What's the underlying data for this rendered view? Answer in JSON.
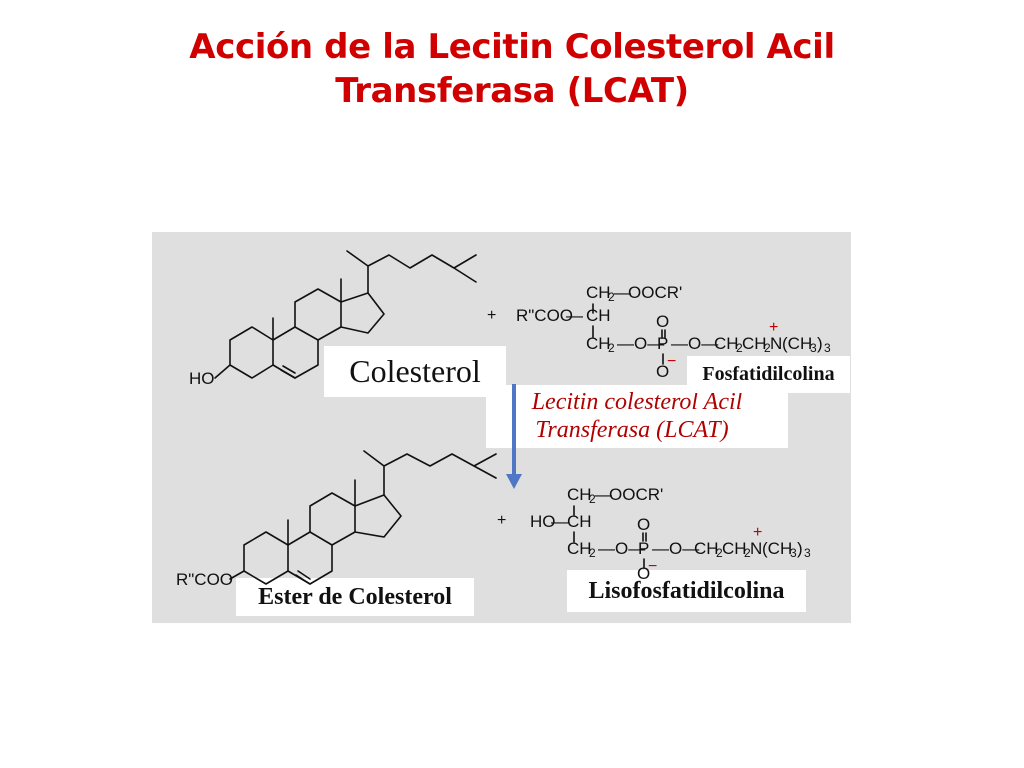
{
  "title": {
    "line1": "Acción de la Lecitin Colesterol Acil",
    "line2": "Transferasa (LCAT)"
  },
  "labels": {
    "colesterol": "Colesterol",
    "fosfatidilcolina": "Fosfatidilcolina",
    "enzyme_line1": "Lecitin colesterol Acil",
    "enzyme_line2": "Transferasa (LCAT)",
    "ester_colesterol": "Ester de Colesterol",
    "lisofosfatidilcolina": "Lisofosfatidilcolina"
  },
  "formulas": {
    "top": {
      "ho": "HO",
      "plus": "+",
      "ch2_top": "CH",
      "ch2_top_sub": "2",
      "dash1": "—",
      "oocr": "OOCR'",
      "rcoo": "R\"COO",
      "dash2": "—",
      "ch_mid": "CH",
      "ch2_bottom": "CH",
      "ch2_bottom_sub": "2",
      "o1": "—O—",
      "p": "P",
      "o2": "—O—",
      "chain": "CH",
      "chain_sub1": "2",
      "chain2": "CH",
      "chain_sub2": "2",
      "n": "N",
      "ch3": "(CH",
      "ch3_sub": "3",
      "ch3_close": ")",
      "ch3_count": "3",
      "o_top": "O",
      "o_bottom": "O",
      "plus_charge": "+",
      "minus_charge": "−"
    },
    "bottom": {
      "rcoo": "R\"COO",
      "plus": "+",
      "ho": "HO",
      "dash_ho": "—",
      "ch_mid": "CH",
      "ch2_top": "CH",
      "ch2_top_sub": "2",
      "dash1": "—",
      "oocr": "OOCR'",
      "ch2_bottom": "CH",
      "ch2_bottom_sub": "2",
      "o1": "—O—",
      "p": "P",
      "o2": "—O—",
      "chain": "CH",
      "chain_sub1": "2",
      "chain2": "CH",
      "chain_sub2": "2",
      "n": "N",
      "ch3": "(CH",
      "ch3_sub": "3",
      "ch3_close": ")",
      "ch3_count": "3",
      "o_top": "O",
      "o_bottom": "O",
      "plus_charge": "+",
      "minus_charge": "−"
    }
  }
}
